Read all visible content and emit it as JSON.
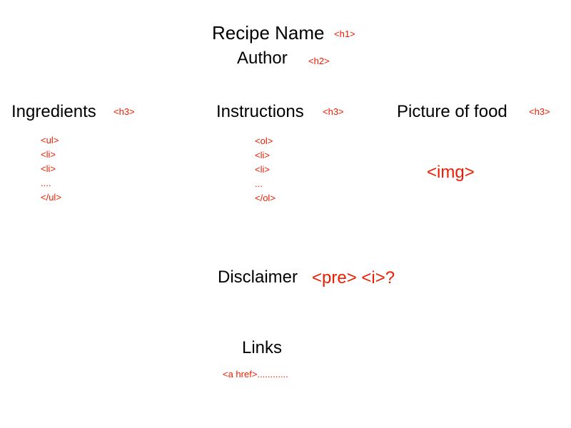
{
  "colors": {
    "heading": "#000000",
    "tag": "#ee1c00"
  },
  "recipe_name": {
    "label": "Recipe Name",
    "tag": "<h1>"
  },
  "author": {
    "label": "Author",
    "tag": "<h2>"
  },
  "ingredients": {
    "label": "Ingredients",
    "tag": "<h3>",
    "list": [
      "<ul>",
      "<li>",
      "<li>",
      "....",
      "</ul>"
    ]
  },
  "instructions": {
    "label": "Instructions",
    "tag": "<h3>",
    "list": [
      "<ol>",
      "<li>",
      "<li>",
      "...",
      "</ol>"
    ]
  },
  "picture": {
    "label": "Picture of food",
    "tag": "<h3>",
    "img_tag": "<img>"
  },
  "disclaimer": {
    "label": "Disclaimer",
    "tag": "<pre> <i>?"
  },
  "links": {
    "label": "Links",
    "tag": "<a href>............"
  }
}
